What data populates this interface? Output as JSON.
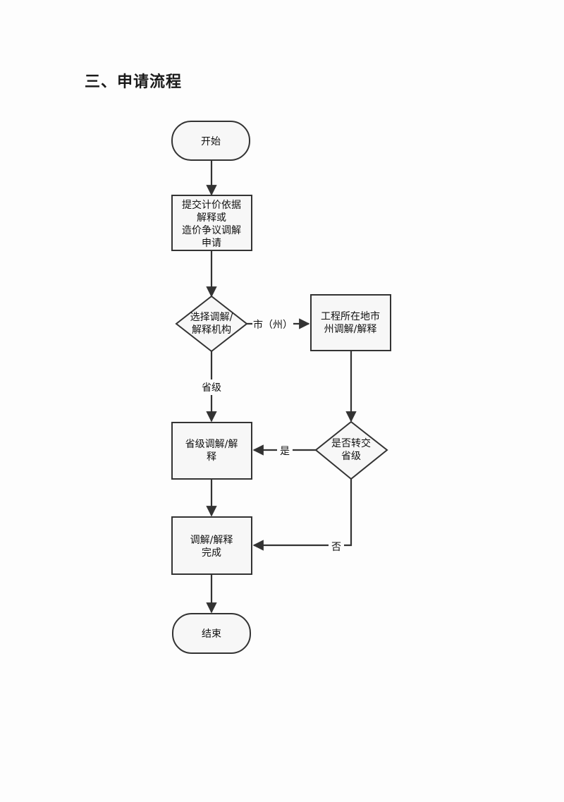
{
  "heading": "三、申请流程",
  "colors": {
    "stroke": "#333333",
    "fill": "#f7f7f7",
    "text": "#111111"
  },
  "nodes": {
    "start": {
      "shape": "terminal",
      "lines": [
        "开始"
      ]
    },
    "submit": {
      "shape": "process",
      "lines": [
        "提交计价依据",
        "解释或",
        "造价争议调解",
        "申请"
      ]
    },
    "choose": {
      "shape": "decision",
      "lines": [
        "选择调解/",
        "解释机构"
      ]
    },
    "city": {
      "shape": "process",
      "lines": [
        "工程所在地市",
        "州调解/解释"
      ]
    },
    "transfer": {
      "shape": "decision",
      "lines": [
        "是否转交",
        "省级"
      ]
    },
    "province": {
      "shape": "process",
      "lines": [
        "省级调解/解",
        "释"
      ]
    },
    "complete": {
      "shape": "process",
      "lines": [
        "调解/解释",
        "完成"
      ]
    },
    "end": {
      "shape": "terminal",
      "lines": [
        "结束"
      ]
    }
  },
  "edges": {
    "choose_to_city": "市（州）",
    "choose_to_province": "省级",
    "transfer_yes": "是",
    "transfer_no": "否"
  }
}
